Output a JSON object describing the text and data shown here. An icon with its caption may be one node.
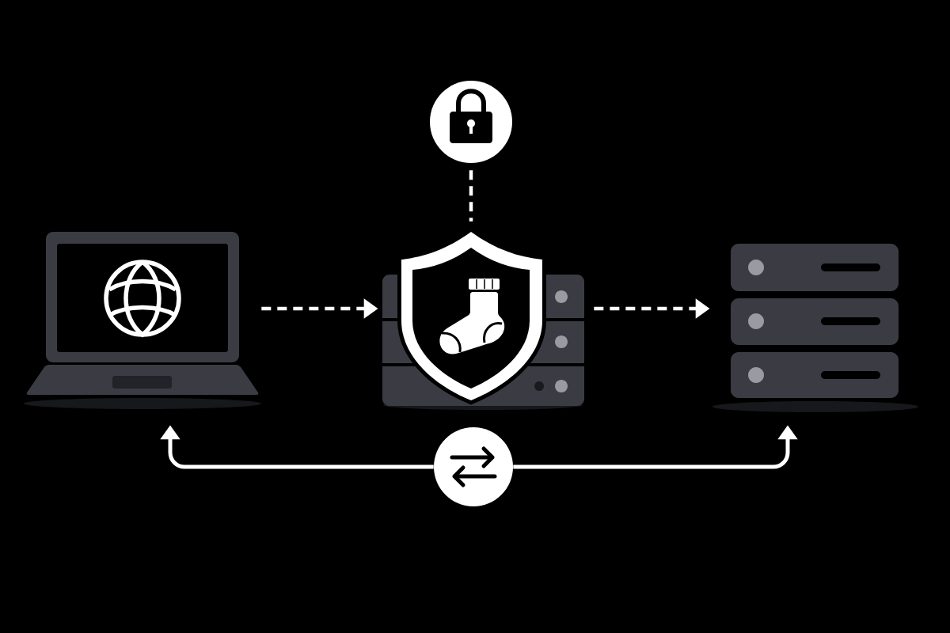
{
  "diagram": {
    "nodes": [
      {
        "text": [],
        "shape": "circle"
      },
      {
        "text": [],
        "shape": "picture"
      },
      {
        "text": [],
        "shape": "picture"
      },
      {
        "text": [],
        "shape": "picture"
      },
      {
        "text": [],
        "shape": "circle"
      }
    ],
    "edges": [
      {
        "from": 0,
        "to": 2,
        "arrow": "none",
        "style": "dashed"
      },
      {
        "from": 1,
        "to": 2,
        "arrow": "to",
        "style": "dashed"
      },
      {
        "from": 2,
        "to": 3,
        "arrow": "to",
        "style": "dashed"
      },
      {
        "from": 4,
        "to": 1,
        "arrow": "to"
      },
      {
        "from": 4,
        "to": 3,
        "arrow": "to"
      }
    ]
  }
}
